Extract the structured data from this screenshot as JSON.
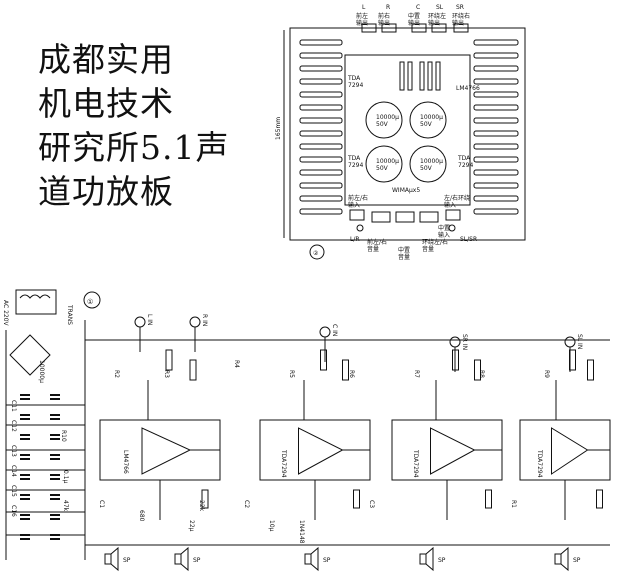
{
  "title": {
    "lines": [
      "成都实用",
      "机电技术",
      "研究所5.1声",
      "道功放板"
    ]
  },
  "board": {
    "fig_number": "②",
    "dimension": "165mm",
    "top_outputs": [
      {
        "code": "L",
        "name": "前左\n输出"
      },
      {
        "code": "R",
        "name": "前右\n输出"
      },
      {
        "code": "C",
        "name": "中置\n输出"
      },
      {
        "code": "SL",
        "name": "环绕左\n输出"
      },
      {
        "code": "SR",
        "name": "环绕右\n输出"
      }
    ],
    "ic_left_top": "TDA\n7294",
    "ic_left_bottom": "TDA\n7294",
    "ic_right_top": "LM4766",
    "ic_right_bottom": "TDA\n7294",
    "capacitors": [
      "10000μ\n50V",
      "10000μ\n50V",
      "10000μ\n50V",
      "10000μ\n50V"
    ],
    "wima": "WIMAμx5",
    "inputs_left": "前左/右\n输入",
    "inputs_right": "左/右环绕\n输入",
    "bottom_left_code": "L/R",
    "bottom_right_code": "SL/SR",
    "bottom_labels": [
      {
        "code": "",
        "name": "前左/右\n音量"
      },
      {
        "code": "",
        "name": "中置\n音量"
      },
      {
        "code": "",
        "name": "环绕左/右\n音量"
      },
      {
        "code": "C",
        "name": "中置\n输入"
      }
    ]
  },
  "schematic": {
    "fig_number": "①",
    "power": "AC 220V",
    "trans": "TRANS",
    "chips": [
      "LM4766",
      "TDA7294",
      "TDA7294",
      "TDA7294"
    ],
    "inputs": [
      "L IN",
      "R IN",
      "C IN",
      "SR IN",
      "SL IN"
    ],
    "parts": [
      "C11",
      "C12",
      "C13",
      "C14",
      "C15",
      "C16",
      "R10",
      "C1",
      "C2",
      "C3",
      "R1",
      "R2",
      "R3",
      "R4",
      "R5",
      "R6",
      "R7",
      "R8",
      "R9",
      "10000μ",
      "0.1μ",
      "47k",
      "680",
      "22k",
      "22μ",
      "10μ",
      "1N4148",
      "SP"
    ]
  }
}
